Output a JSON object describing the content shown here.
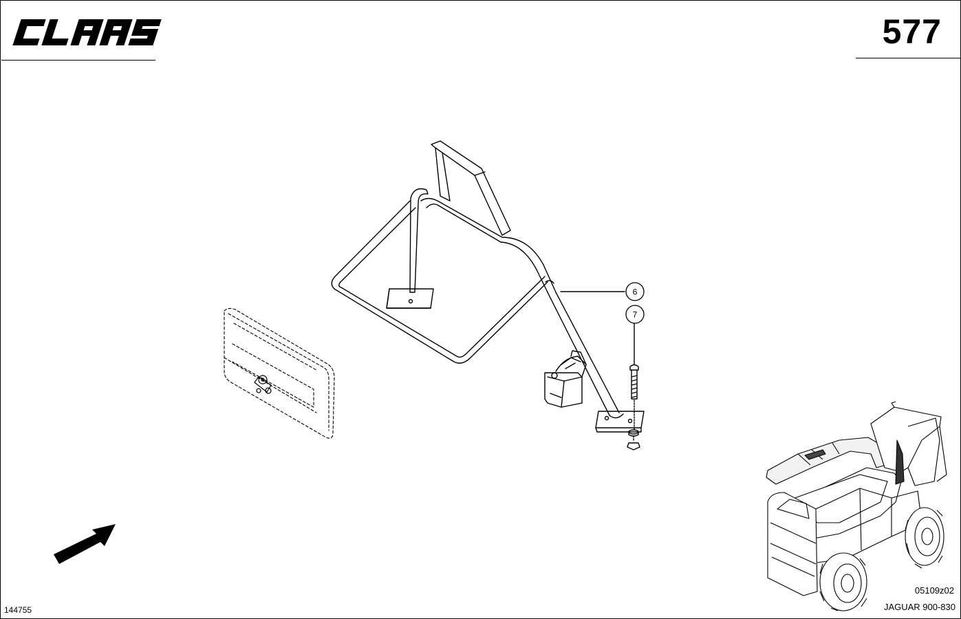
{
  "header": {
    "brand": "CLAAS",
    "page_number": "577"
  },
  "callouts": {
    "part_6": "6",
    "part_7": "7"
  },
  "footer": {
    "document_id": "144755",
    "drawing_code": "05109z02",
    "model": "JAGUAR 900-830"
  },
  "icons": {
    "direction_arrow": "direction-arrow-icon",
    "machine": "forage-harvester-illustration"
  }
}
